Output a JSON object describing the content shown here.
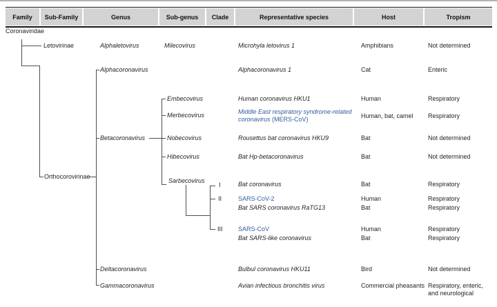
{
  "header": {
    "columns": [
      {
        "label": "Family"
      },
      {
        "label": "Sub-Family"
      },
      {
        "label": "Genus"
      },
      {
        "label": "Sub-genus"
      },
      {
        "label": "Clade"
      },
      {
        "label": "Representative species"
      },
      {
        "label": "Host"
      },
      {
        "label": "Tropism"
      }
    ]
  },
  "taxa": {
    "family": "Coronaviridae",
    "letovirinae": "Letovirinae",
    "orthocorovirinae": "Orthocorovirinae",
    "alphaletovirus": "Alphaletovirus",
    "alphacoronavirus": "Alphacoronavirus",
    "betacoronavirus": "Betacoronavirus",
    "deltacoronavirus": "Deltacoronavirus",
    "gammacoronavirus": "Gammacoronavirus",
    "milecovirus": "Milecovirus",
    "embecovirus": "Embecovirus",
    "merbecovirus": "Merbecovirus",
    "nobecovirus": "Nobecovirus",
    "hibecovirus": "Hibecovirus",
    "sarbecovirus": "Sarbecovirus",
    "clade1": "I",
    "clade2": "II",
    "clade3": "III"
  },
  "rows": {
    "letovirus": {
      "species": "Microhyla letovirus 1",
      "host": "Amphibians",
      "tropism": "Not determined"
    },
    "alphacov1": {
      "species": "Alphacoronavirus 1",
      "host": "Cat",
      "tropism": "Enteric"
    },
    "hku1": {
      "species": "Human coronavirus HKU1",
      "host": "Human",
      "tropism": "Respiratory"
    },
    "mers": {
      "species_line1": "Middle East respiratory syndrome-related",
      "species_line2": "coronavirus",
      "species_suffix": " (MERS-CoV)",
      "host": "Human, bat, camel",
      "tropism": "Respiratory"
    },
    "hku9": {
      "species": "Rousettus bat coronavirus HKU9",
      "host": "Bat",
      "tropism": "Not determined"
    },
    "bat_hp": {
      "species": "Bat Hp-betacoronavirus",
      "host": "Bat",
      "tropism": "Not determined"
    },
    "bat_cov": {
      "species": "Bat coronavirus",
      "host": "Bat",
      "tropism": "Respiratory"
    },
    "sars_cov_2": {
      "species": "SARS-CoV-2",
      "host": "Human",
      "tropism": "Respiratory"
    },
    "ratg13": {
      "species": "Bat SARS coronavirus RaTG13",
      "host": "Bat",
      "tropism": "Respiratory"
    },
    "sars_cov": {
      "species": "SARS-CoV",
      "host": "Human",
      "tropism": "Respiratory"
    },
    "bat_sars_like": {
      "species": "Bat SARS-like coronavirus",
      "host": "Bat",
      "tropism": "Respiratory"
    },
    "hku11": {
      "species": "Bulbul coronavirus HKU11",
      "host": "Bird",
      "tropism": "Not determined"
    },
    "ibv": {
      "species": "Avian infectious bronchitis virus",
      "host": "Commercial pheasants",
      "tropism": "Respiratory, enteric, and neurological"
    }
  },
  "colors": {
    "header_bg": "#d3d3d3",
    "table_border": "#151515",
    "tree_line": "#4d4d4d",
    "link_blue": "#2e5d9e",
    "text": "#1f1f1f"
  }
}
